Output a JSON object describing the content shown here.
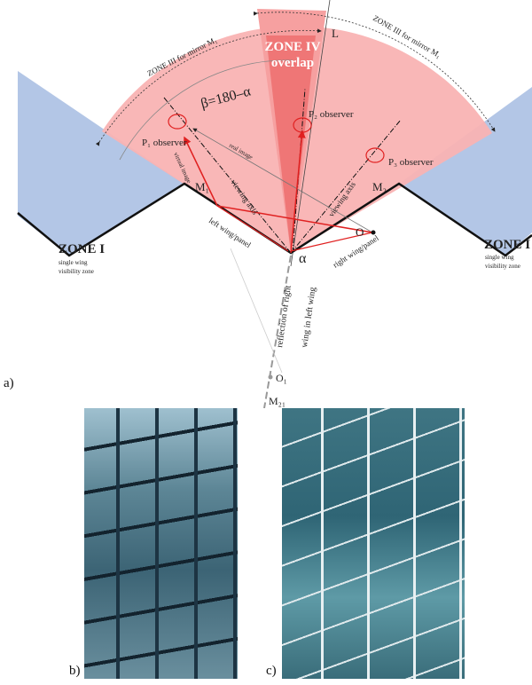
{
  "diagram": {
    "zone3_left": "ZONE III for mirror M₁",
    "zone3_right": "ZONE III for mirror M₁",
    "zone4_title": "ZONE IV",
    "zone4_sub": "overlap",
    "beta": "β=180–α",
    "L": "L",
    "p1": "P₁ observer",
    "p2": "P₂ observer",
    "p3": "P₃ observer",
    "real_image": "real image",
    "virtual_image": "virtual image",
    "viewing_axis_left": "viewing axis",
    "viewing_axis_right": "viewing axis",
    "m1": "M₁",
    "m2": "M₂",
    "o": "O",
    "left_wing": "left wing/panel",
    "right_wing": "right wing/panel",
    "alpha": "α",
    "zone1_left_title": "ZONE I",
    "zone1_left_sub1": "single wing",
    "zone1_left_sub2": "visibility zone",
    "zone1_right_title": "ZONE I",
    "zone1_right_sub1": "single wing",
    "zone1_right_sub2": "visibility zone",
    "reflection1": "reflection of right",
    "reflection2": "wing in left wing",
    "o1": "O₁",
    "m21": "M₂₁"
  },
  "labels": {
    "a": "a)",
    "b": "b)",
    "c": "c)"
  },
  "colors": {
    "pink": "#f9b3b3",
    "zone4": "#ee6b6b",
    "blue": "#b3c6e6",
    "red": "#e02020"
  }
}
